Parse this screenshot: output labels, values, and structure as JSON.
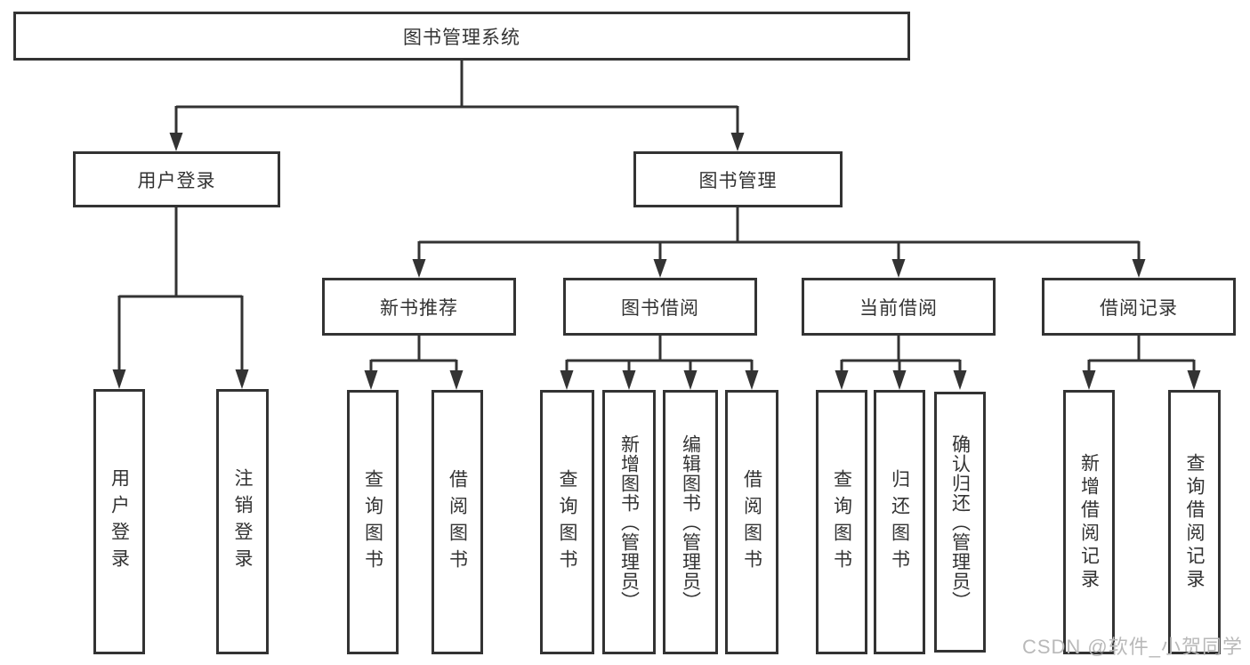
{
  "diagram_type": "functional-structure-tree",
  "colors": {
    "box_border": "#333333",
    "connector": "#333333",
    "text": "#333333",
    "background": "#ffffff",
    "watermark": "#b9b9b9"
  },
  "tree": {
    "label": "图书管理系统",
    "children": [
      {
        "label": "用户登录",
        "children": [
          {
            "label": "用户登录"
          },
          {
            "label": "注销登录"
          }
        ]
      },
      {
        "label": "图书管理",
        "children": [
          {
            "label": "新书推荐",
            "children": [
              {
                "label": "查询图书"
              },
              {
                "label": "借阅图书"
              }
            ]
          },
          {
            "label": "图书借阅",
            "children": [
              {
                "label": "查询图书"
              },
              {
                "label": "新增图书（管理员）"
              },
              {
                "label": "编辑图书（管理员）"
              },
              {
                "label": "借阅图书"
              }
            ]
          },
          {
            "label": "当前借阅",
            "children": [
              {
                "label": "查询图书"
              },
              {
                "label": "归还图书"
              },
              {
                "label": "确认归还（管理员）"
              }
            ]
          },
          {
            "label": "借阅记录",
            "children": [
              {
                "label": "新增借阅记录"
              },
              {
                "label": "查询借阅记录"
              }
            ]
          }
        ]
      }
    ]
  },
  "watermark": {
    "text": "CSDN @软件_小贺同学"
  }
}
